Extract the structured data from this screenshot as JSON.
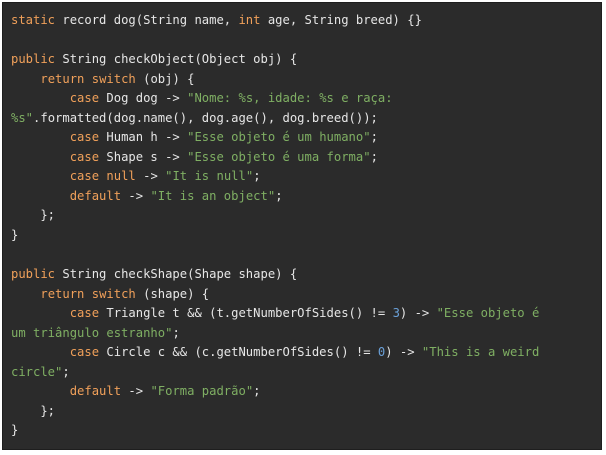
{
  "colors": {
    "background": "#2b2b2b",
    "keyword": "#f0a05a",
    "string": "#7faf63",
    "number": "#6aa0d8",
    "text": "#e6e6e6"
  },
  "lines": [
    [
      [
        "kw",
        "static"
      ],
      [
        "plain",
        " record dog(String name, "
      ],
      [
        "kw",
        "int"
      ],
      [
        "plain",
        " age, String breed) {}"
      ]
    ],
    [],
    [
      [
        "kw",
        "public"
      ],
      [
        "plain",
        " String checkObject(Object obj) {"
      ]
    ],
    [
      [
        "plain",
        "    "
      ],
      [
        "kw",
        "return"
      ],
      [
        "plain",
        " "
      ],
      [
        "kw",
        "switch"
      ],
      [
        "plain",
        " (obj) {"
      ]
    ],
    [
      [
        "plain",
        "        "
      ],
      [
        "kw",
        "case"
      ],
      [
        "plain",
        " Dog dog -> "
      ],
      [
        "str",
        "\"Nome: %s, idade: %s e raça:"
      ]
    ],
    [
      [
        "str",
        "%s\""
      ],
      [
        "plain",
        ".formatted(dog.name(), dog.age(), dog.breed());"
      ]
    ],
    [
      [
        "plain",
        "        "
      ],
      [
        "kw",
        "case"
      ],
      [
        "plain",
        " Human h -> "
      ],
      [
        "str",
        "\"Esse objeto é um humano\""
      ],
      [
        "plain",
        ";"
      ]
    ],
    [
      [
        "plain",
        "        "
      ],
      [
        "kw",
        "case"
      ],
      [
        "plain",
        " Shape s -> "
      ],
      [
        "str",
        "\"Esse objeto é uma forma\""
      ],
      [
        "plain",
        ";"
      ]
    ],
    [
      [
        "plain",
        "        "
      ],
      [
        "kw",
        "case"
      ],
      [
        "plain",
        " "
      ],
      [
        "kw",
        "null"
      ],
      [
        "plain",
        " -> "
      ],
      [
        "str",
        "\"It is null\""
      ],
      [
        "plain",
        ";"
      ]
    ],
    [
      [
        "plain",
        "        "
      ],
      [
        "kw",
        "default"
      ],
      [
        "plain",
        " -> "
      ],
      [
        "str",
        "\"It is an object\""
      ],
      [
        "plain",
        ";"
      ]
    ],
    [
      [
        "plain",
        "    };"
      ]
    ],
    [
      [
        "plain",
        "}"
      ]
    ],
    [],
    [
      [
        "kw",
        "public"
      ],
      [
        "plain",
        " String checkShape(Shape shape) {"
      ]
    ],
    [
      [
        "plain",
        "    "
      ],
      [
        "kw",
        "return"
      ],
      [
        "plain",
        " "
      ],
      [
        "kw",
        "switch"
      ],
      [
        "plain",
        " (shape) {"
      ]
    ],
    [
      [
        "plain",
        "        "
      ],
      [
        "kw",
        "case"
      ],
      [
        "plain",
        " Triangle t && (t.getNumberOfSides() != "
      ],
      [
        "num",
        "3"
      ],
      [
        "plain",
        ") -> "
      ],
      [
        "str",
        "\"Esse objeto é"
      ]
    ],
    [
      [
        "str",
        "um triângulo estranho\""
      ],
      [
        "plain",
        ";"
      ]
    ],
    [
      [
        "plain",
        "        "
      ],
      [
        "kw",
        "case"
      ],
      [
        "plain",
        " Circle c && (c.getNumberOfSides() != "
      ],
      [
        "num",
        "0"
      ],
      [
        "plain",
        ") -> "
      ],
      [
        "str",
        "\"This is a weird"
      ]
    ],
    [
      [
        "str",
        "circle\""
      ],
      [
        "plain",
        ";"
      ]
    ],
    [
      [
        "plain",
        "        "
      ],
      [
        "kw",
        "default"
      ],
      [
        "plain",
        " -> "
      ],
      [
        "str",
        "\"Forma padrão\""
      ],
      [
        "plain",
        ";"
      ]
    ],
    [
      [
        "plain",
        "    };"
      ]
    ],
    [
      [
        "plain",
        "}"
      ]
    ]
  ]
}
